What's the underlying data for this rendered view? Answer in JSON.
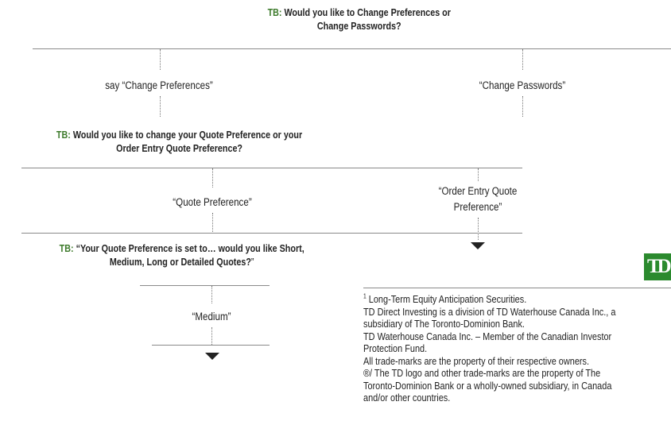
{
  "prefix": "TB:",
  "q1": {
    "line1": " Would you like to Change Preferences or",
    "line2": "Change Passwords?"
  },
  "q1_options": {
    "left": "say “Change Preferences”",
    "right": "“Change Passwords”"
  },
  "q2": {
    "line1": " Would you like to change your Quote Preference or your",
    "line2": "Order Entry Quote Preference?"
  },
  "q2_options": {
    "left": "“Quote Preference”",
    "right_line1": "“Order Entry Quote",
    "right_line2": "Preference”"
  },
  "q3": {
    "line1": " “Your Quote Preference is set to… would you like Short,",
    "line2": "Medium, Long or Detailed Quotes?",
    "line2_end": "”"
  },
  "q3_options": {
    "only": "“Medium”"
  },
  "logo": "TD",
  "disclaimer": {
    "footnote_mark": "1",
    "footnote": " Long-Term Equity Anticipation Securities.",
    "lines": [
      "TD Direct Investing is a division of TD Waterhouse Canada Inc., a",
      "subsidiary of The Toronto-Dominion Bank.",
      "TD Waterhouse Canada Inc. – Member of the Canadian Investor",
      "Protection Fund.",
      "All trade-marks are the property of their respective owners.",
      "®/ The TD logo and other trade-marks are the property of The",
      "Toronto-Dominion Bank or a wholly-owned subsidiary, in Canada",
      "and/or other countries."
    ]
  },
  "colors": {
    "tb_green": "#3c7a2a",
    "logo_green": "#2b8a2e"
  }
}
